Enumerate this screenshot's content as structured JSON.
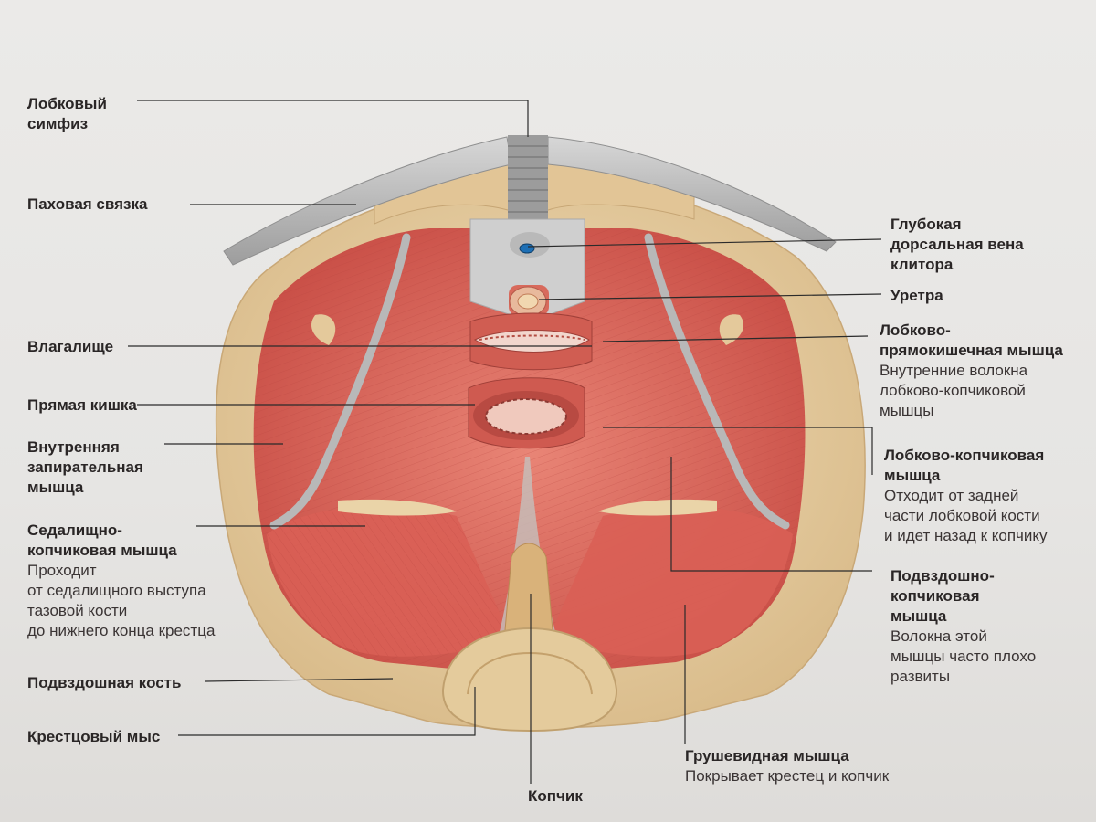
{
  "labels": {
    "pubic_symphysis": {
      "title": [
        "Лобковый",
        "симфиз"
      ]
    },
    "inguinal_ligament": {
      "title": [
        "Паховая связка"
      ]
    },
    "deep_dorsal_vein": {
      "title": [
        "Глубокая",
        "дорсальная вена",
        "клитора"
      ]
    },
    "urethra": {
      "title": [
        "Уретра"
      ]
    },
    "vagina": {
      "title": [
        "Влагалище"
      ]
    },
    "puborectalis": {
      "title": [
        "Лобково-",
        "прямокишечная мышца"
      ],
      "desc": [
        "Внутренние волокна",
        "лобково-копчиковой",
        "мышцы"
      ]
    },
    "rectum": {
      "title": [
        "Прямая кишка"
      ]
    },
    "obturator_internus": {
      "title": [
        "Внутренняя",
        "запирательная",
        "мышца"
      ]
    },
    "pubococcygeus": {
      "title": [
        "Лобково-копчиковая",
        "мышца"
      ],
      "desc": [
        "Отходит от задней",
        "части лобковой кости",
        "и идет назад к копчику"
      ]
    },
    "ischiococcygeus": {
      "title": [
        "Седалищно-",
        "копчиковая мышца"
      ],
      "desc": [
        "Проходит",
        "от седалищного выступа",
        "тазовой кости",
        "до нижнего конца крестца"
      ]
    },
    "iliococcygeus": {
      "title": [
        "Подвздошно-",
        "копчиковая",
        "мышца"
      ],
      "desc": [
        "Волокна этой",
        "мышцы часто плохо",
        "развиты"
      ]
    },
    "ilium": {
      "title": [
        "Подвздошная кость"
      ]
    },
    "sacral_promontory": {
      "title": [
        "Крестцовый мыс"
      ]
    },
    "piriformis": {
      "title": [
        "Грушевидная мышца"
      ],
      "desc": [
        "Покрывает крестец и копчик"
      ]
    },
    "coccyx": {
      "title": [
        "Копчик"
      ]
    }
  },
  "colors": {
    "bone": "#e6cfa6",
    "muscle": "#d9655a",
    "muscle_light": "#e98a7c",
    "ligament": "#b9b9b9",
    "leader": "#2b2b2b"
  }
}
